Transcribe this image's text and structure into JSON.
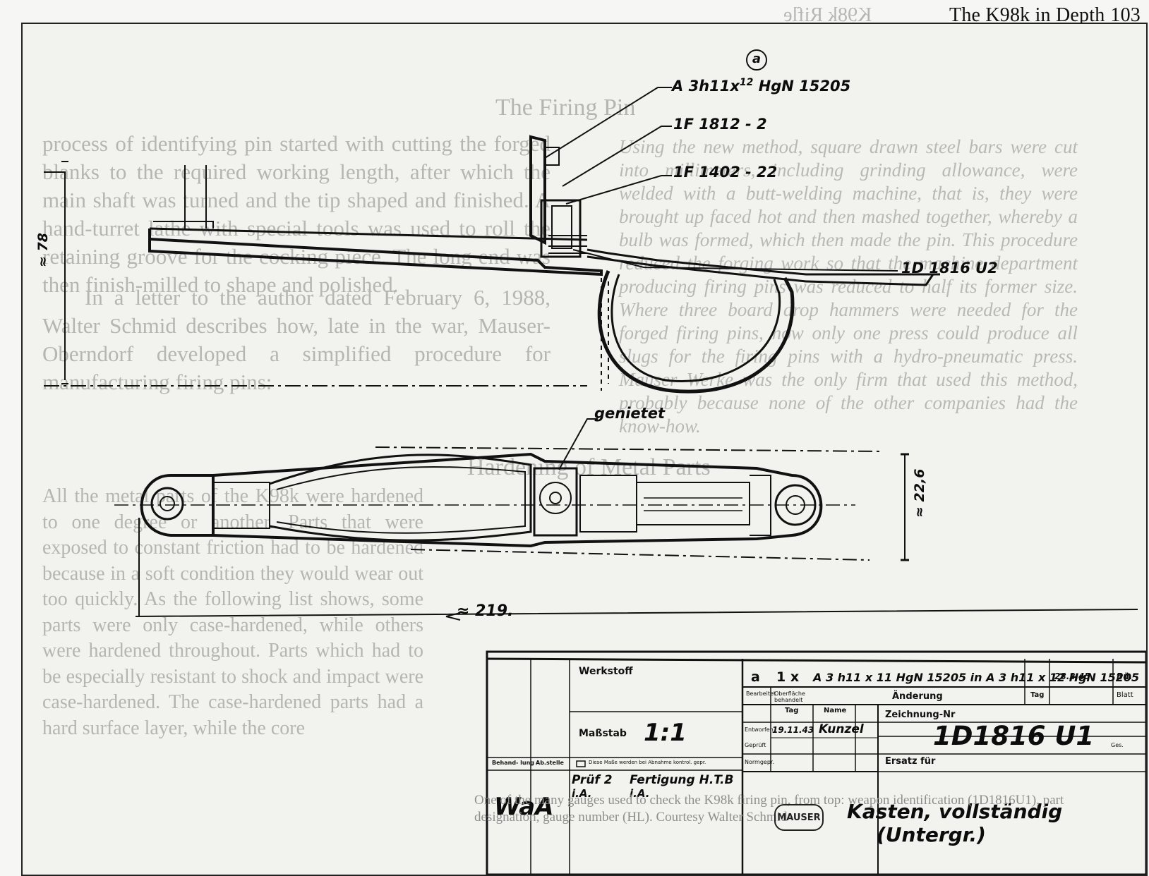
{
  "page": {
    "running_head": "The K98k in Depth",
    "page_number": "103",
    "mirrored_head": "K98k Rifle"
  },
  "bleed_through": {
    "left_paragraph": "process of identifying pin started with cutting the forged blanks to the required working length, after which the main shaft was turned and the tip shaped and finished. A hand-turret lathe with special tools was used to roll the retaining groove for the cocking piece. The long end was then finish-milled to shape and polished.",
    "left_letter": "In a letter to the author dated February 6, 1988, Walter Schmid describes how, late in the war, Mauser-Oberndorf developed a simplified procedure for manufacturing firing pins:",
    "right_heading": "The Firing Pin",
    "right_italic": "Using the new method, square drawn steel bars were cut into millimeters, including grinding allowance, were welded with a butt-welding machine, that is, they were brought up faced hot and then mashed together, whereby a bulb was formed, which then made the pin. This procedure reduced the forging work so that the machine department producing firing pins was reduced to half its former size. Where three board drop hammers were needed for the forged firing pins, now only one press could produce all slugs for the firing pins with a hydro-pneumatic press. Mauser Werke was the only firm that used this method, probably because none of the other companies had the know-how.",
    "hardening_heading": "Hardening of Metal Parts",
    "hardening_text": "All the metal parts of the K98k were hardened to one degree or another. Parts that were exposed to constant friction had to be hardened because in a soft condition they would wear out too quickly. As the following list shows, some parts were only case-hardened, while others were hardened throughout. Parts which had to be especially resistant to shock and impact were case-hardened. The case-hardened parts had a hard surface layer, while the core",
    "caption": "One of the many gauges used to check the K98k firing pin, from top: weapon identification (1D1816U1), part designation, gauge number (HL). Courtesy Walter Schmid"
  },
  "drawing": {
    "callouts": {
      "revision_mark": "a",
      "material_spec": "A 3h11x",
      "material_sup": "12",
      "material_norm": "HgN 15205",
      "part_1": "1F 1812 - 2",
      "part_2": "1F 1402 - 22",
      "assembly": "1D 1816 U2",
      "rivet_note": "genietet",
      "dim_height": "≈ 78",
      "dim_length": "≈ 219.",
      "dim_width": "≈ 22,6"
    },
    "title_block": {
      "material_label": "Werkstoff",
      "rev_letter": "a",
      "rev_qty": "1 x",
      "rev_change": "A 3 h11 x 11  HgN 15205  in A 3 h11 x 12  HgN 15205",
      "rev_date": "28.2.45",
      "rev_initial": "Bü.",
      "change_label": "Änderung",
      "day_label": "Tag",
      "name_label": "Name",
      "drawing_no_label": "Zeichnung-Nr",
      "drawn_label": "Entworfen",
      "drawn_date": "19.11.43",
      "drawn_name": "Kunzel",
      "checked_label": "Geprüft",
      "norm_label": "Normgepr.",
      "scale_label": "Maßstab",
      "scale_value": "1:1",
      "drawing_number": "1D1816 U1",
      "replaces_label": "Ersatz für",
      "surface_note": "Diese Maße werden bei Abnahme kontrol. gepr.",
      "hdr_processed": "Bearbeitet",
      "hdr_col2": "Ab.stelle",
      "hdr_treated": "Oberfläche behandelt",
      "hdr_col4": "Blatt",
      "surface_label": "Behand- lung",
      "tail_label": "Ges.",
      "check_label": "Prüf 2",
      "check_sig": "i.A.",
      "mfg_label": "Fertigung H.T.B",
      "mfg_sig": "i.A.",
      "maker_stamp": "MAUSER",
      "authority": "WaA",
      "title_line1": "Kasten, vollständig",
      "title_line2": "(Untergr.)"
    }
  },
  "colors": {
    "ink": "#111111",
    "paper": "#f2f2ef",
    "ghost": "#b5b5b2"
  }
}
